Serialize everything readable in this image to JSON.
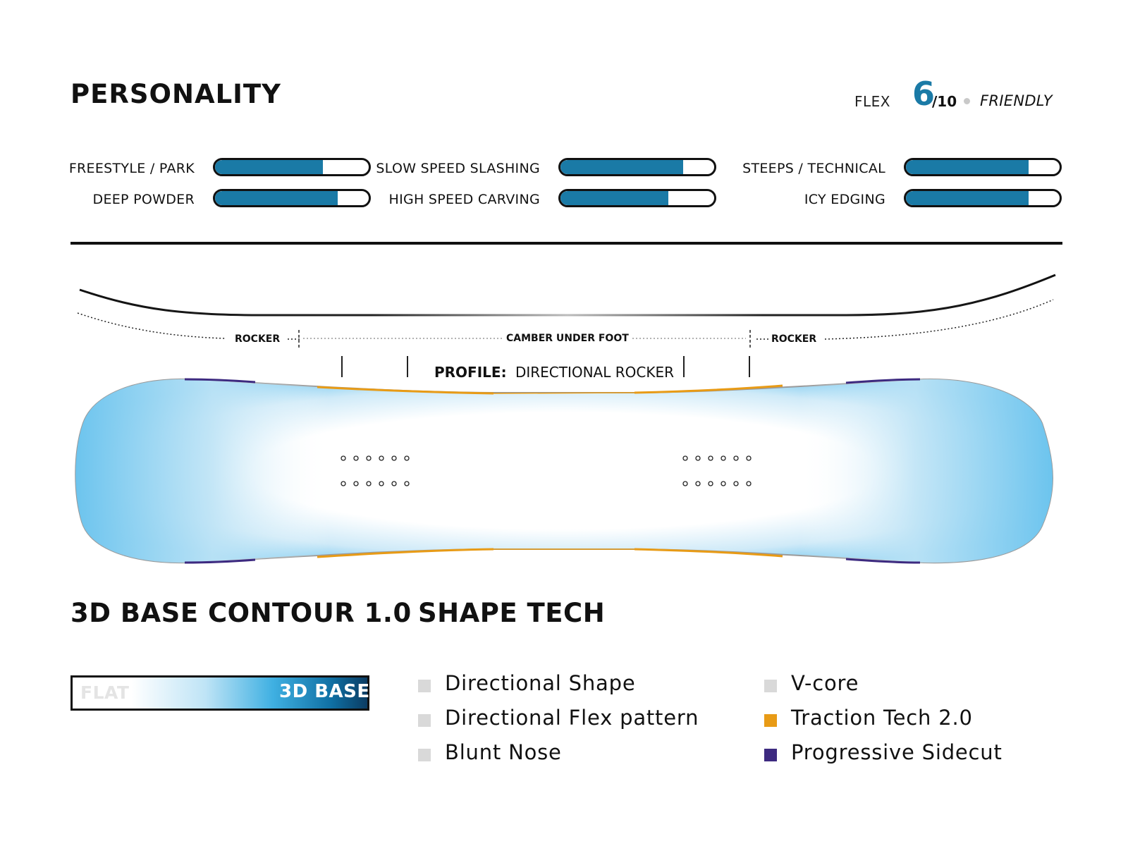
{
  "header": {
    "title": "PERSONALITY",
    "flex_label": "FLEX",
    "flex_value": "6",
    "flex_max": "/10",
    "flex_desc": "FRIENDLY"
  },
  "ratings": [
    {
      "label": "FREESTYLE / PARK",
      "value": 0.7
    },
    {
      "label": "DEEP POWDER",
      "value": 0.8
    },
    {
      "label": "SLOW SPEED SLASHING",
      "value": 0.8
    },
    {
      "label": "HIGH SPEED CARVING",
      "value": 0.7
    },
    {
      "label": "STEEPS / TECHNICAL",
      "value": 0.8
    },
    {
      "label": "ICY EDGING",
      "value": 0.8
    }
  ],
  "profile": {
    "rocker_left": "ROCKER",
    "camber": "CAMBER UNDER FOOT",
    "rocker_right": "ROCKER",
    "profile_label": "PROFILE:",
    "profile_value": "DIRECTIONAL ROCKER"
  },
  "base_contour": {
    "title": "3D BASE CONTOUR 1.0",
    "left_label": "FLAT",
    "right_label": "3D BASE"
  },
  "shape_tech": {
    "title": "SHAPE TECH",
    "items": [
      {
        "label": "Directional Shape",
        "color": "#d9d9d9"
      },
      {
        "label": "Directional Flex pattern",
        "color": "#d9d9d9"
      },
      {
        "label": "Blunt Nose",
        "color": "#d9d9d9"
      },
      {
        "label": "V-core",
        "color": "#d9d9d9"
      },
      {
        "label": "Traction Tech 2.0",
        "color": "#e89b16"
      },
      {
        "label": "Progressive Sidecut",
        "color": "#3d2a80"
      }
    ]
  },
  "colors": {
    "accent_blue": "#1a7aa6",
    "traction_orange": "#e89b16",
    "sidecut_purple": "#3d2a80"
  }
}
